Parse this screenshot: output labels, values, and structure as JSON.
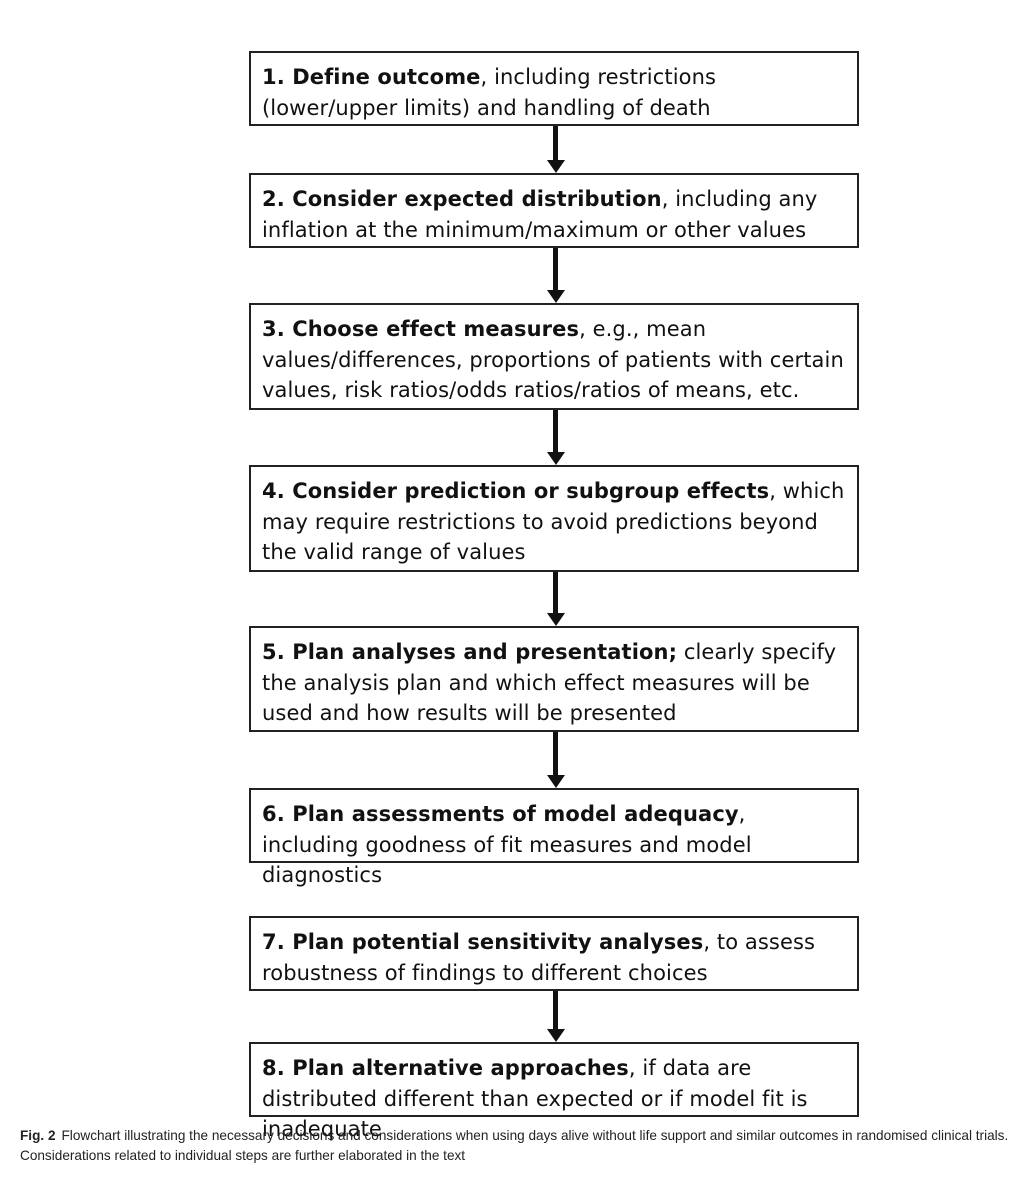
{
  "steps": [
    {
      "title": "1. Define outcome",
      "text": ", including restrictions (lower/upper limits) and handling of death"
    },
    {
      "title": "2. Consider expected distribution",
      "text": ", including any inflation at the minimum/maximum or other values"
    },
    {
      "title": "3. Choose effect measures",
      "text": ", e.g., mean values/differences, proportions of patients with certain values, risk ratios/odds ratios/ratios of means, etc."
    },
    {
      "title": "4. Consider prediction or subgroup effects",
      "text": ", which may require restrictions to avoid predictions beyond the valid range of values"
    },
    {
      "title": "5. Plan analyses and presentation;",
      "text": " clearly specify the analysis plan and which effect measures will be used and how results will be presented"
    },
    {
      "title": "6. Plan assessments of model adequacy",
      "text": ", including goodness of fit measures and model diagnostics"
    },
    {
      "title": "7. Plan potential sensitivity analyses",
      "text": ", to assess robustness of findings to different choices"
    },
    {
      "title": "8. Plan alternative approaches",
      "text": ", if data are distributed different than expected or if model fit is inadequate"
    }
  ],
  "caption": {
    "label": "Fig. 2",
    "text": "Flowchart illustrating the necessary decisions and considerations when using days alive without life support and similar outcomes in randomised clinical trials. Considerations related to individual steps are further elaborated in the text"
  }
}
